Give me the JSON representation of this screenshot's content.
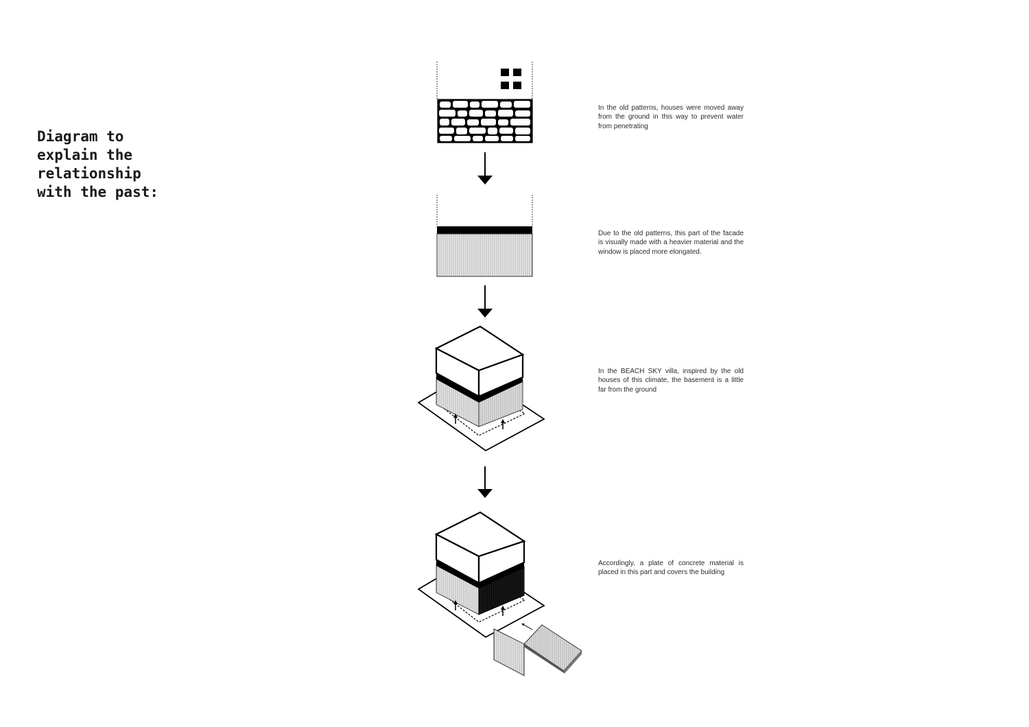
{
  "title": "Diagram to\nexplain the\nrelationship\nwith the past:",
  "steps": [
    {
      "caption": "In the old patterns, houses were moved away from the ground in this way to prevent water from penetrating"
    },
    {
      "caption": "Due to the old patterns, this part of the facade is visually made with a heavier material and the window is placed more elongated."
    },
    {
      "caption": "In the BEACH SKY villa, inspired by the old houses of this climate, the basement is a little far from the ground"
    },
    {
      "caption": "Accordingly, a plate of concrete material is placed in this part and covers the building"
    }
  ],
  "icons": [
    "stone-wall-icon",
    "window-grid-icon",
    "down-arrow-icon",
    "isometric-block-icon",
    "concrete-plate-icon"
  ]
}
